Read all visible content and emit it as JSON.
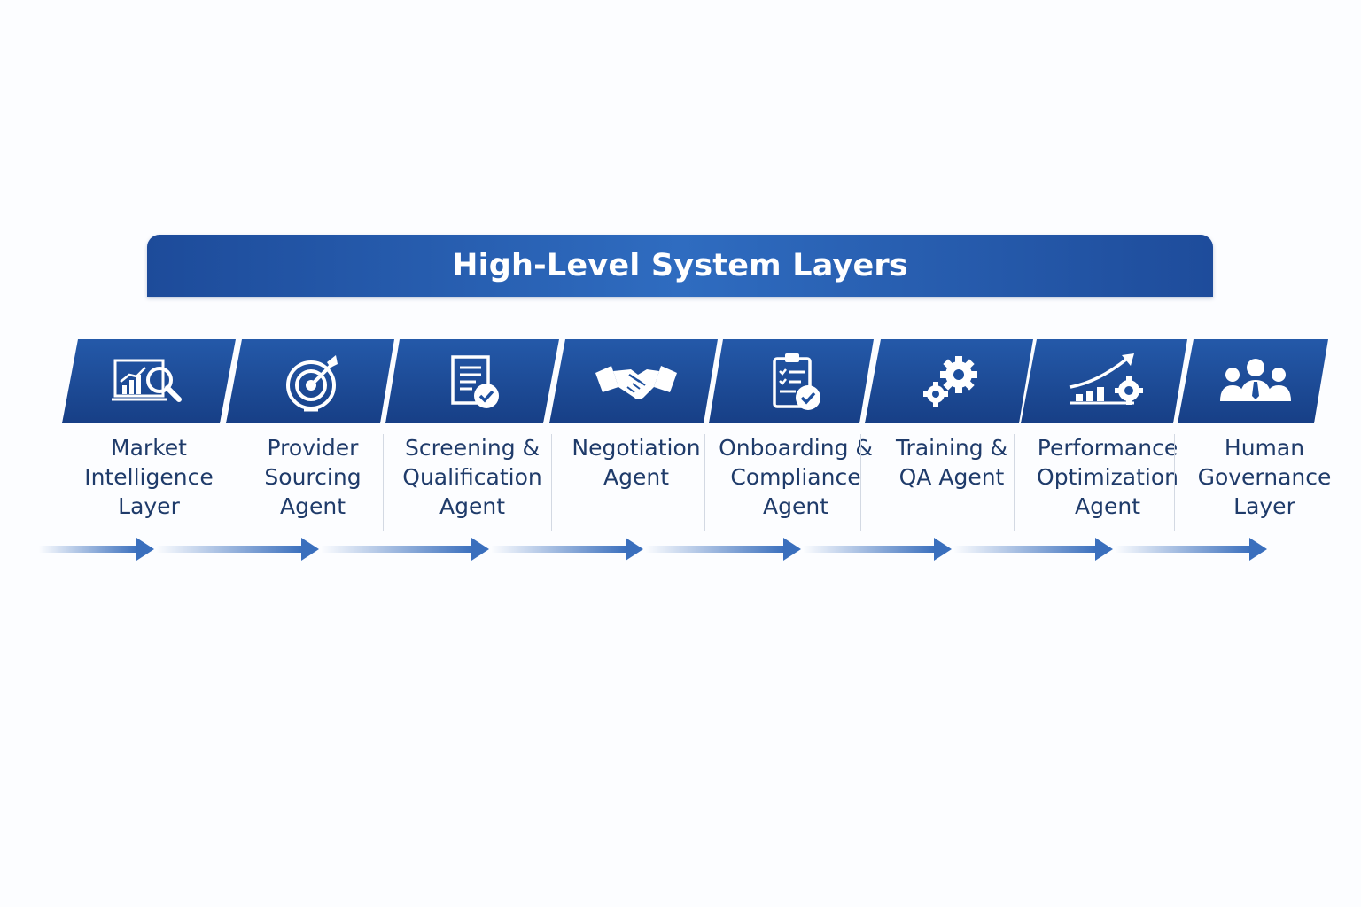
{
  "diagram": {
    "title": "High-Level System Layers",
    "colors": {
      "tile": "#1d4f9e",
      "tile_dark": "#173f86",
      "label": "#1f3b6a",
      "arrow": "#3a6fbd"
    },
    "stages": [
      {
        "label": "Market\nIntelligence\nLayer",
        "icon": "chart-magnifier-icon"
      },
      {
        "label": "Provider\nSourcing Agent",
        "icon": "target-icon"
      },
      {
        "label": "Screening &\nQualification\nAgent",
        "icon": "document-check-icon"
      },
      {
        "label": "Negotiation\nAgent",
        "icon": "handshake-icon"
      },
      {
        "label": "Onboarding &\nCompliance\nAgent",
        "icon": "clipboard-check-icon"
      },
      {
        "label": "Training &\nQA Agent",
        "icon": "gears-icon"
      },
      {
        "label": "Performance\nOptimization\nAgent",
        "icon": "growth-gear-icon"
      },
      {
        "label": "Human\nGovernance\nLayer",
        "icon": "people-icon"
      }
    ]
  }
}
